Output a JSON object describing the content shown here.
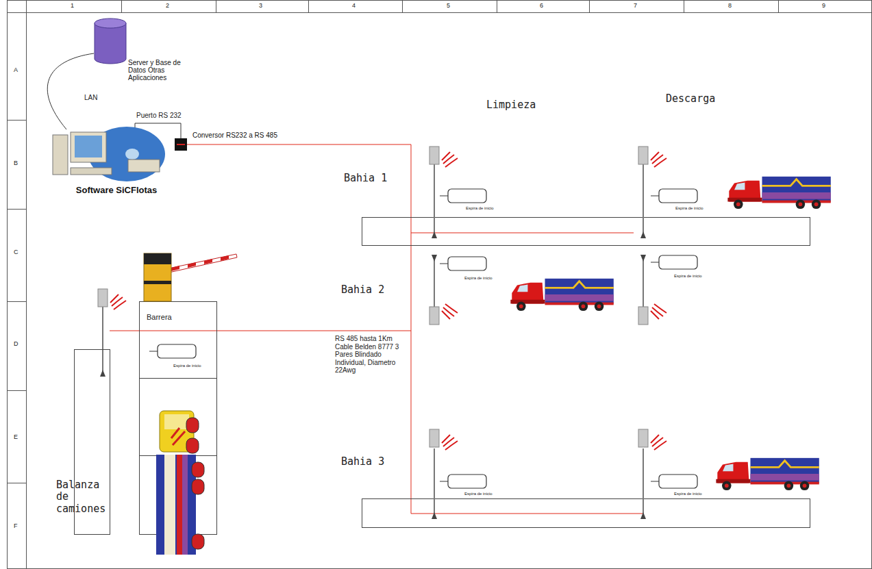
{
  "diagram": {
    "nodes": [
      {
        "text": [
          "Server y Base de Datos Otras Aplicaciones"
        ]
      },
      {
        "text": [
          "Software SiCFlotas"
        ]
      },
      {
        "text": [
          "Conversor RS232 a RS 485"
        ]
      }
    ],
    "edges": [
      {
        "from": 0,
        "to": 1,
        "arrow": "none",
        "label": "LAN"
      },
      {
        "from": 1,
        "to": 2,
        "arrow": "none",
        "label": "Puerto RS 232"
      }
    ],
    "labels": [
      "1",
      "2",
      "3",
      "4",
      "5",
      "6",
      "7",
      "8",
      "9",
      "A",
      "B",
      "C",
      "D",
      "E",
      "F",
      "Limpieza",
      "Descarga",
      "Bahia 1",
      "Bahia 2",
      "Bahia 3",
      "Barrera",
      "Espira de inicio",
      "Espira de inicio",
      "Espira de inicio",
      "Espira de inicio",
      "Espira de inicio",
      "Espira de inicio",
      "Espira de inicio",
      "RS 485 hasta 1Km Cable Belden 8777 3 Pares Blindado Individual, Diametro 22Awg",
      "Balanza de camiones"
    ]
  }
}
